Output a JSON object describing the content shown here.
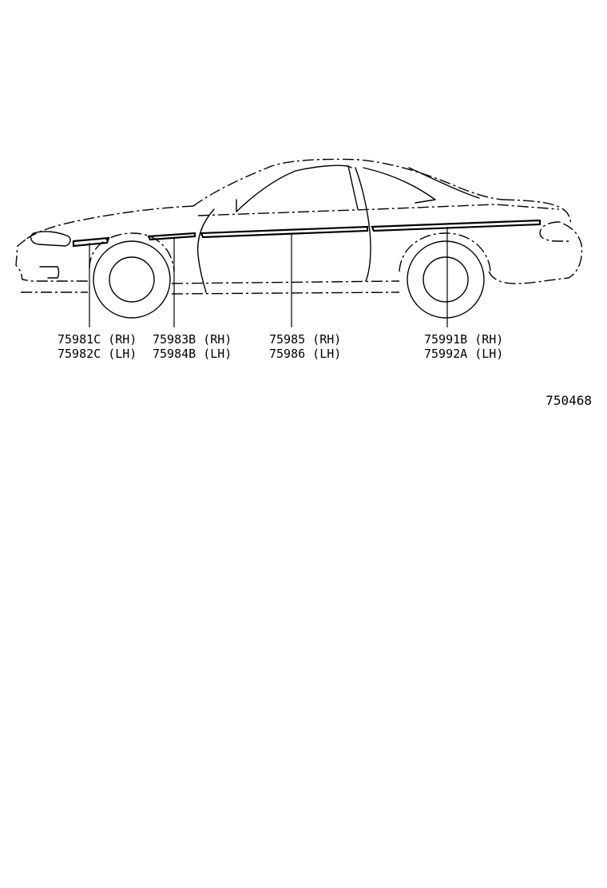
{
  "figure_number": "750468",
  "callouts": [
    {
      "rh": "75981C (RH)",
      "lh": "75982C (LH)"
    },
    {
      "rh": "75983B (RH)",
      "lh": "75984B (LH)"
    },
    {
      "rh": "75985 (RH)",
      "lh": "75986 (LH)"
    },
    {
      "rh": "75991B (RH)",
      "lh": "75992A (LH)"
    }
  ]
}
